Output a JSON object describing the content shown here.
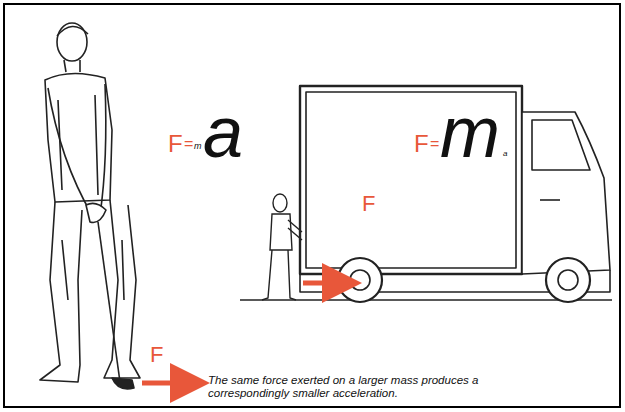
{
  "diagram": {
    "caption": "The same force exerted on a larger mass produces a correspondingly smaller acceleration.",
    "labels": [
      "F",
      "=",
      "m",
      "a",
      "F",
      "=",
      "m",
      "a",
      "F",
      "F"
    ]
  }
}
